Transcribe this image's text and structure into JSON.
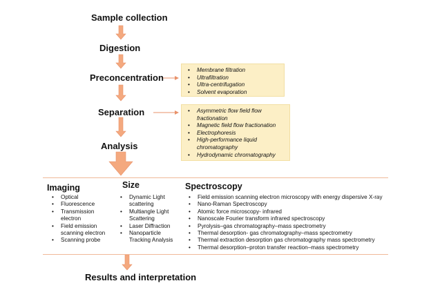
{
  "steps": {
    "sample_collection": "Sample collection",
    "digestion": "Digestion",
    "preconcentration": "Preconcentration",
    "separation": "Separation",
    "analysis": "Analysis",
    "results": "Results and interpretation"
  },
  "preconcentration_methods": [
    "Membrane filtration",
    "Ultrafiltration",
    "Ultra-centrifugation",
    "Solvent evaporation"
  ],
  "separation_methods": [
    "Asymmetric flow field flow fractionation",
    "Magnetic field flow fractionation",
    "Electrophoresis",
    "High-performance liquid chromatography",
    "Hydrodynamic chromatography"
  ],
  "imaging": {
    "title": "Imaging",
    "items": [
      "Optical",
      "Fluorescence",
      "Transmission electron",
      "Field emission scanning electron",
      "Scanning probe"
    ]
  },
  "size": {
    "title": "Size",
    "items": [
      "Dynamic Light scattering",
      "Multiangle Light Scattering",
      "Laser Diffraction",
      "Nanoparticle Tracking Analysis"
    ]
  },
  "spectroscopy": {
    "title": "Spectroscopy",
    "items": [
      "Field emission scanning electron microscopy with energy dispersive X-ray",
      "Nano-Raman Spectroscopy",
      "Atomic force microscopy- infrared",
      "Nanoscale Fourier transform infrared spectroscopy",
      "Pyrolysis–gas chromatography–mass spectrometry",
      "Thermal desorption- gas chromatography–mass spectrometry",
      "Thermal extraction desorption gas chromatography mass spectrometry",
      "Thermal desorption–proton transfer reaction–mass spectrometry"
    ]
  },
  "colors": {
    "arrow": "#f4a97f",
    "arrow_stroke": "#e8926a",
    "box_fill": "#fcefc6",
    "divider": "#f0b898"
  }
}
